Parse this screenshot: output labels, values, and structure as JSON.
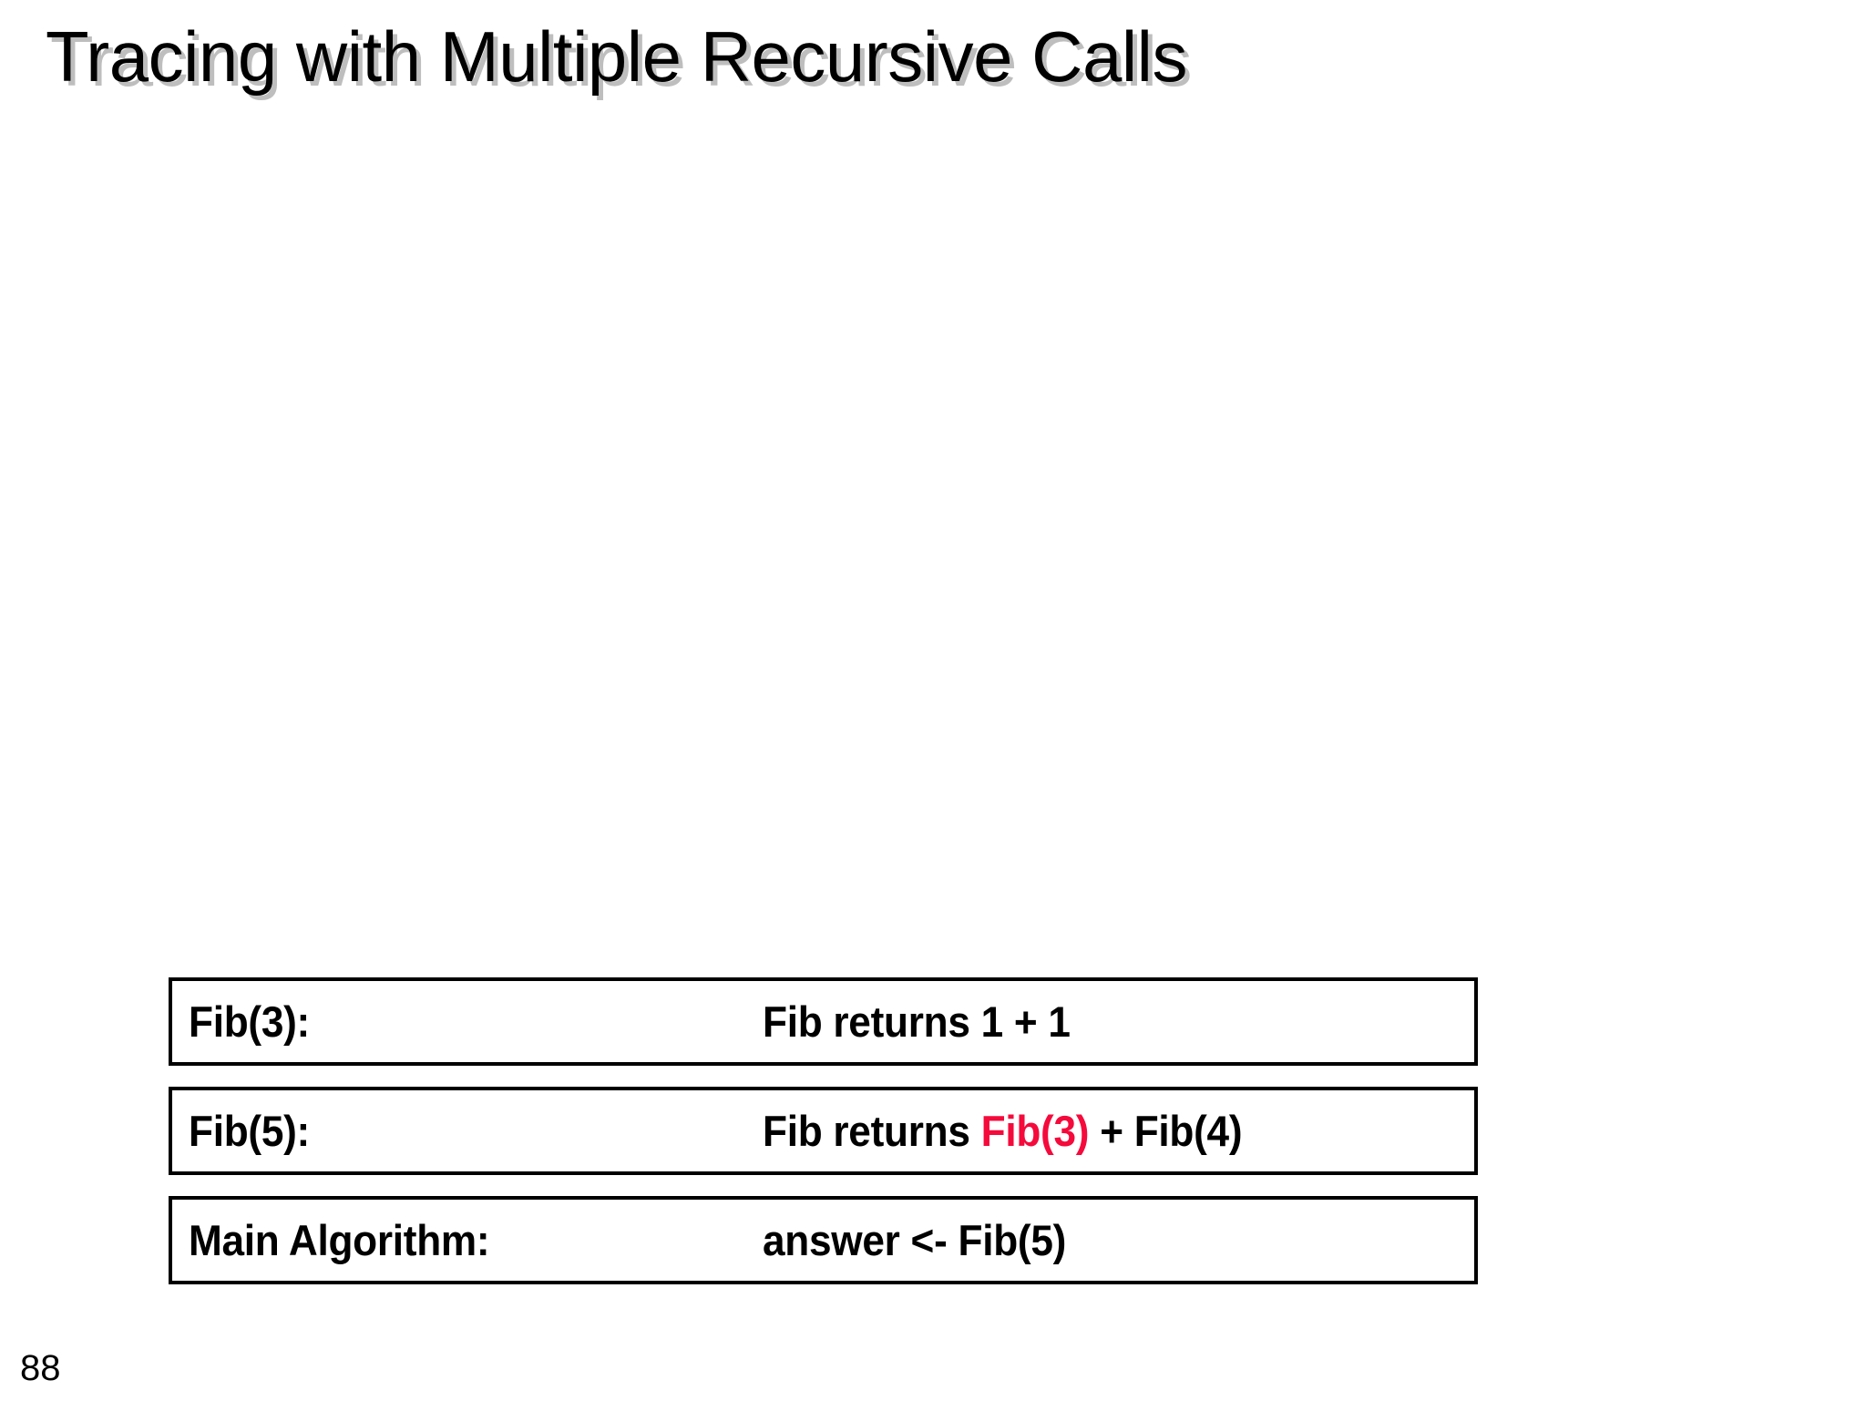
{
  "slide": {
    "title": "Tracing with Multiple Recursive Calls",
    "page_number": "88",
    "background_color": "#ffffff",
    "title_color": "#000000",
    "title_shadow_color": "#969696",
    "accent_color": "#f50a3c",
    "border_color": "#000000"
  },
  "trace_stack": {
    "frames": [
      {
        "label": "Fib(3):",
        "value_prefix": "Fib returns 1 + 1",
        "value_accent": "",
        "value_suffix": ""
      },
      {
        "label": "Fib(5):",
        "value_prefix": "Fib returns ",
        "value_accent": "Fib(3)",
        "value_suffix": " + Fib(4)"
      },
      {
        "label": "Main Algorithm:",
        "value_prefix": "answer <- Fib(5)",
        "value_accent": "",
        "value_suffix": ""
      }
    ]
  }
}
